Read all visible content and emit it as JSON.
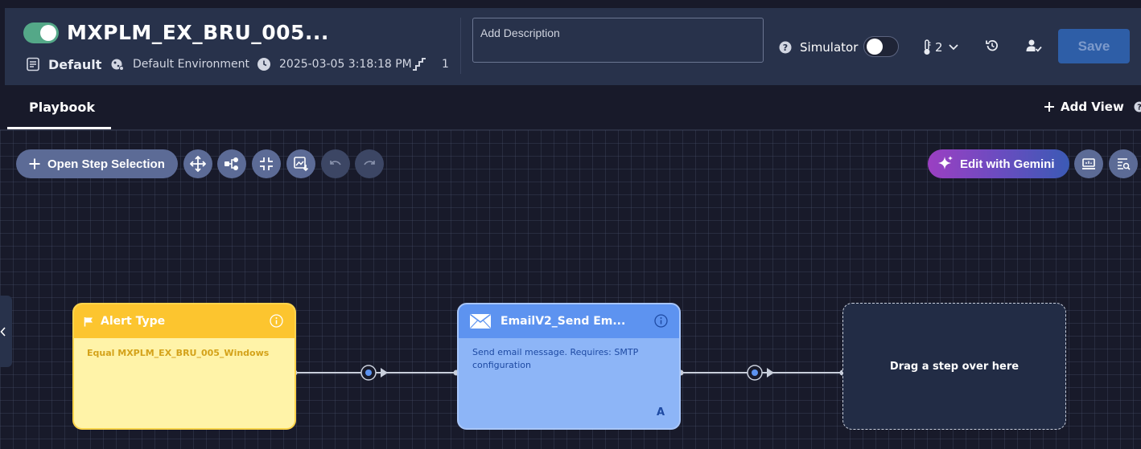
{
  "header": {
    "title": "MXPLM_EX_BRU_005...",
    "enabled": true,
    "default_label": "Default",
    "environment": "Default Environment",
    "datetime": "2025-03-05 3:18:18 PM",
    "steps_count": "1",
    "description_placeholder": "Add Description",
    "simulator_label": "Simulator",
    "simulator_on": false,
    "version": "2",
    "save_label": "Save"
  },
  "tabs": {
    "playbook": "Playbook",
    "add_view": "Add View"
  },
  "toolbar": {
    "open_step_selection": "Open Step Selection",
    "edit_with_gemini": "Edit with Gemini"
  },
  "nodes": {
    "alert": {
      "title": "Alert Type",
      "condition": "Equal MXPLM_EX_BRU_005_Windows",
      "color": "#fcc52f"
    },
    "email": {
      "title": "EmailV2_Send Em...",
      "description": "Send email message. Requires: SMTP configuration",
      "letter": "A",
      "color": "#5d93f0"
    },
    "drop": {
      "text": "Drag a step over here"
    }
  },
  "colors": {
    "accent_toggle": "#54a888",
    "save_button": "#2e5ea7",
    "canvas_bg": "#181a2a",
    "header_bg": "#28324b"
  },
  "icons": [
    "document-icon",
    "environment-icon",
    "clock-icon",
    "steps-icon",
    "help-icon",
    "thermometer-icon",
    "chevron-down-icon",
    "history-icon",
    "user-check-icon",
    "plus-icon",
    "move-icon",
    "branch-icon",
    "collapse-icon",
    "image-export-icon",
    "undo-icon",
    "redo-icon",
    "sparkle-icon",
    "monitor-icon",
    "search-list-icon",
    "flag-icon",
    "info-icon",
    "envelope-icon",
    "chevron-left-icon"
  ]
}
